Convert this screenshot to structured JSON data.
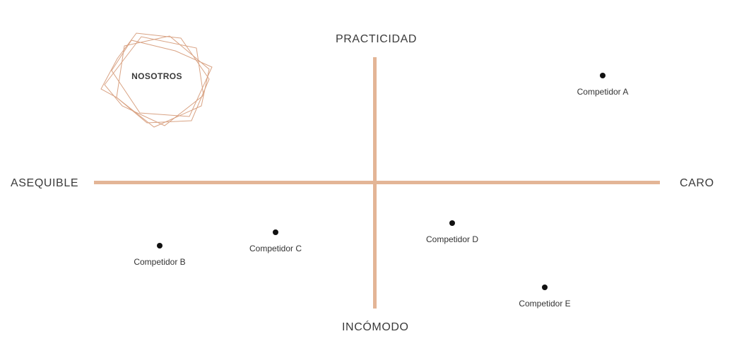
{
  "map": {
    "axis_top": "PRACTICIDAD",
    "axis_bottom": "INCÓMODO",
    "axis_left": "ASEQUIBLE",
    "axis_right": "CARO",
    "axis_color": "#e3b596",
    "logo_text": "NOSOTROS",
    "competitors": [
      {
        "label": "Competidor A"
      },
      {
        "label": "Competidor B"
      },
      {
        "label": "Competidor C"
      },
      {
        "label": "Competidor D"
      },
      {
        "label": "Competidor E"
      }
    ]
  }
}
